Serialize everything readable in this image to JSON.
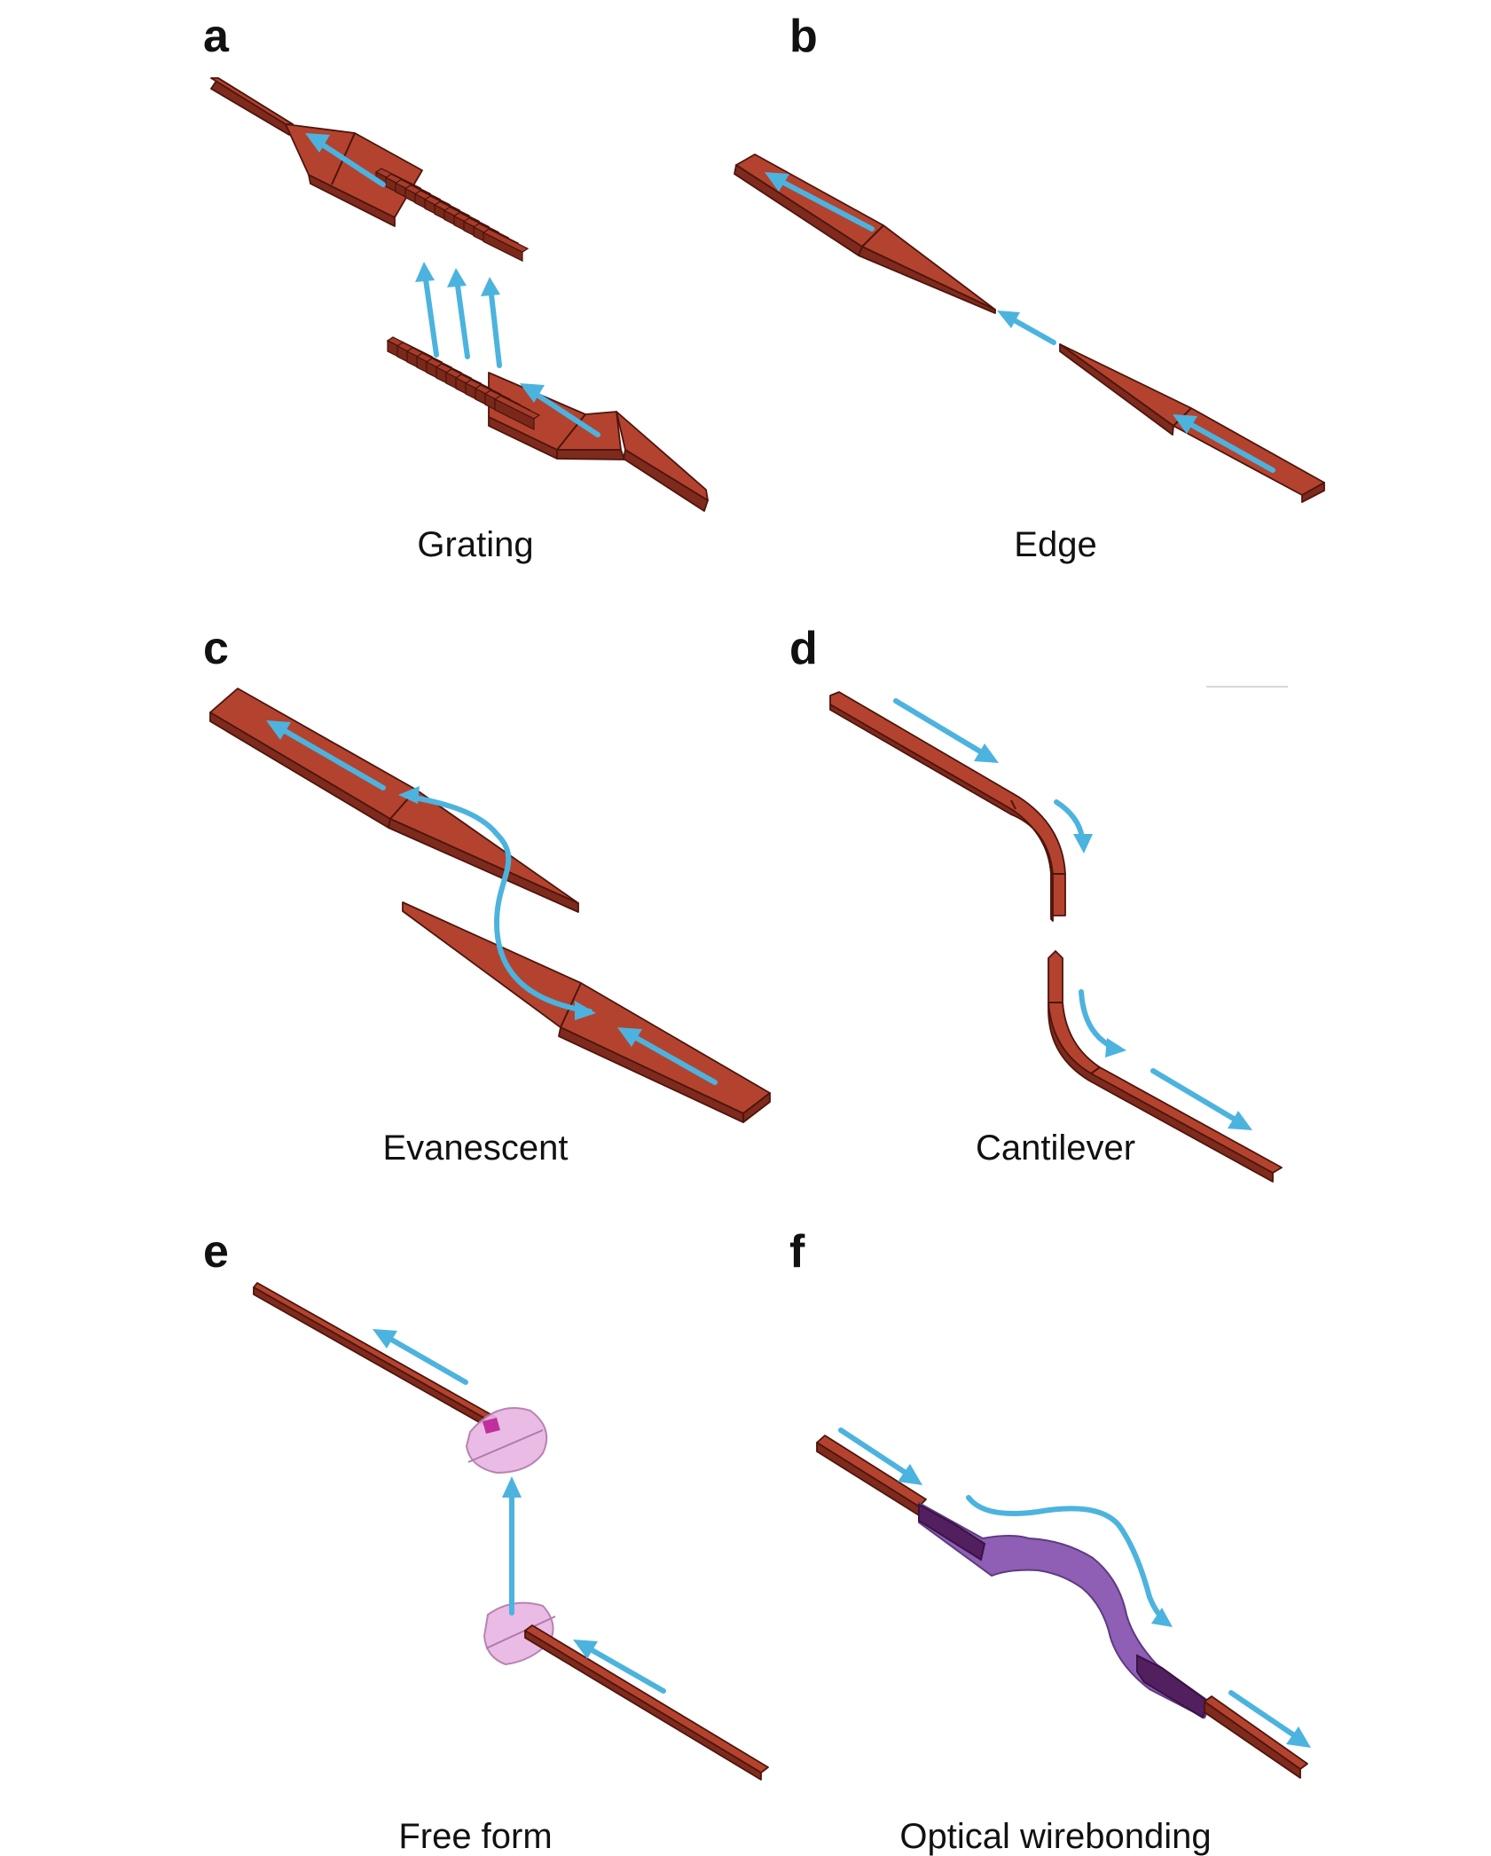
{
  "panels": [
    {
      "letter": "a",
      "caption": "Grating"
    },
    {
      "letter": "b",
      "caption": "Edge"
    },
    {
      "letter": "c",
      "caption": "Evanescent"
    },
    {
      "letter": "d",
      "caption": "Cantilever"
    },
    {
      "letter": "e",
      "caption": "Free form"
    },
    {
      "letter": "f",
      "caption": "Optical wirebonding"
    }
  ],
  "colors": {
    "waveguide": "#b3432f",
    "waveguide_side": "#7e2a1c",
    "light_path": "#4cb3df",
    "lens": "#e8b6e3",
    "wirebond": "#8e5fb4"
  }
}
